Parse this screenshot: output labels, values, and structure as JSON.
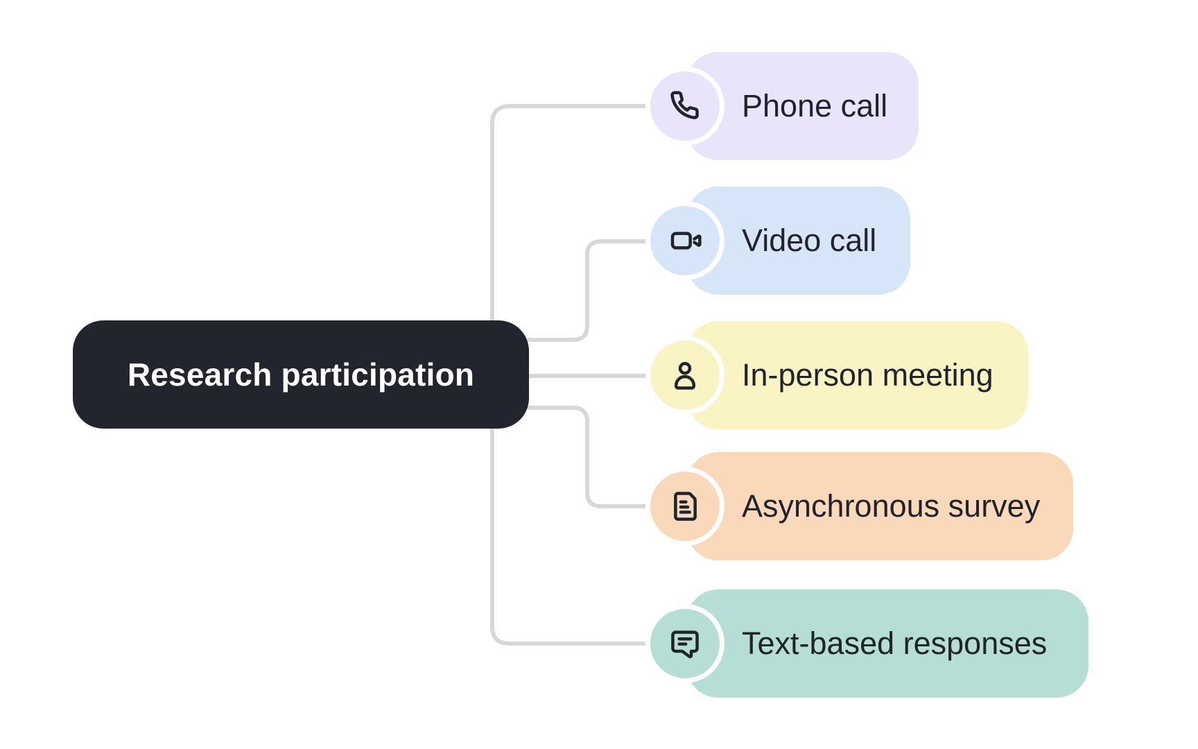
{
  "diagram": {
    "root": {
      "label": "Research participation"
    },
    "children": [
      {
        "label": "Phone call",
        "icon": "phone-icon",
        "color": "#e9e4f9"
      },
      {
        "label": "Video call",
        "icon": "video-camera-icon",
        "color": "#d7e5f8"
      },
      {
        "label": "In-person meeting",
        "icon": "person-icon",
        "color": "#faf3c4"
      },
      {
        "label": "Asynchronous survey",
        "icon": "document-icon",
        "color": "#f9d9ba"
      },
      {
        "label": "Text-based responses",
        "icon": "chat-bubble-icon",
        "color": "#b6ded6"
      }
    ],
    "colors": {
      "background": "#ffffff",
      "root_bg": "#22242e",
      "root_text": "#ffffff",
      "label_text": "#20232b",
      "icon_stroke": "#22242c",
      "connector": "#d7d7d9",
      "ring": "#ffffff"
    }
  }
}
